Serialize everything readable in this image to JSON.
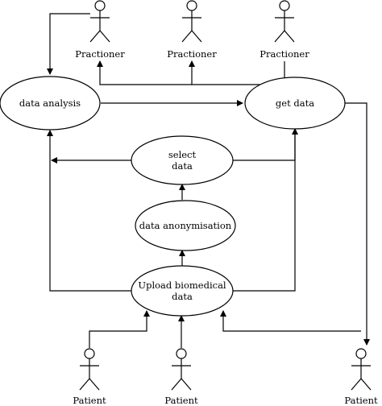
{
  "actors": {
    "practitioner_1": "Practioner",
    "practitioner_2": "Practioner",
    "practitioner_3": "Practioner",
    "patient_1": "Patient",
    "patient_2": "Patient",
    "patient_3": "Patient"
  },
  "use_cases": {
    "data_analysis": "data analysis",
    "get_data": "get data",
    "select_data_line1": "select",
    "select_data_line2": "data",
    "data_anonymisation": "data anonymisation",
    "upload_line1": "Upload biomedical",
    "upload_line2": "data"
  }
}
